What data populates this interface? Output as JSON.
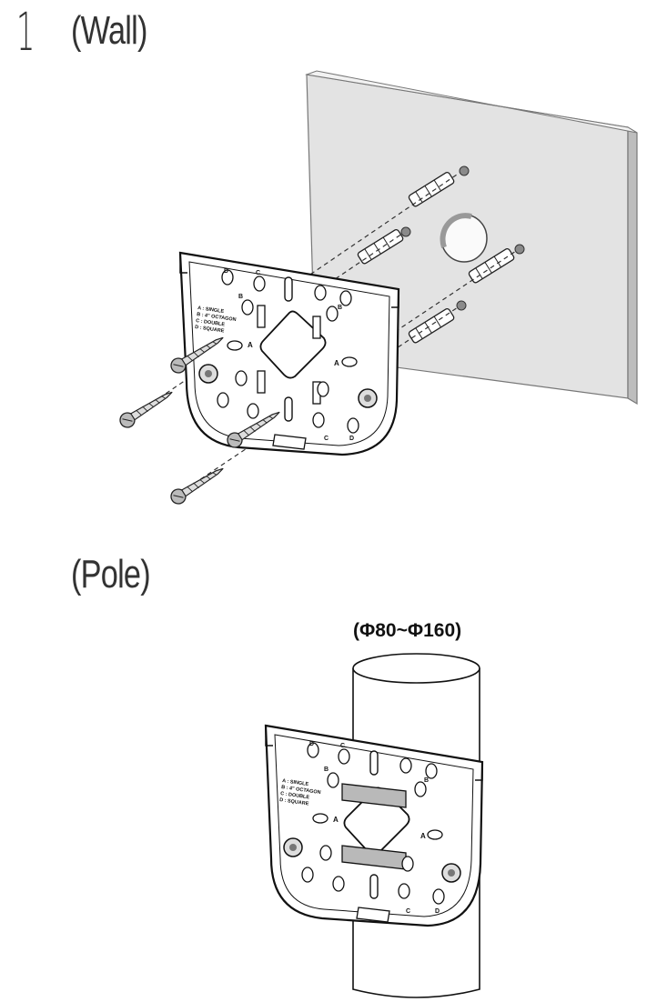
{
  "wall": {
    "step_number": "1",
    "title": "(Wall)"
  },
  "pole": {
    "title": "(Pole)",
    "diameter_range": "(Φ80~Φ160)"
  },
  "plate": {
    "legend": [
      "A : SINGLE",
      "B : 4\" OCTAGON",
      "C : DOUBLE",
      "D : SQUARE"
    ],
    "hole_labels": [
      "A",
      "B",
      "C",
      "D"
    ]
  },
  "colors": {
    "wall_face": "#e3e3e3",
    "wall_edge": "#bdbdbd",
    "anchor_dot": "#8a8a8a",
    "strap": "#b9b9b9",
    "ink": "#111111"
  }
}
